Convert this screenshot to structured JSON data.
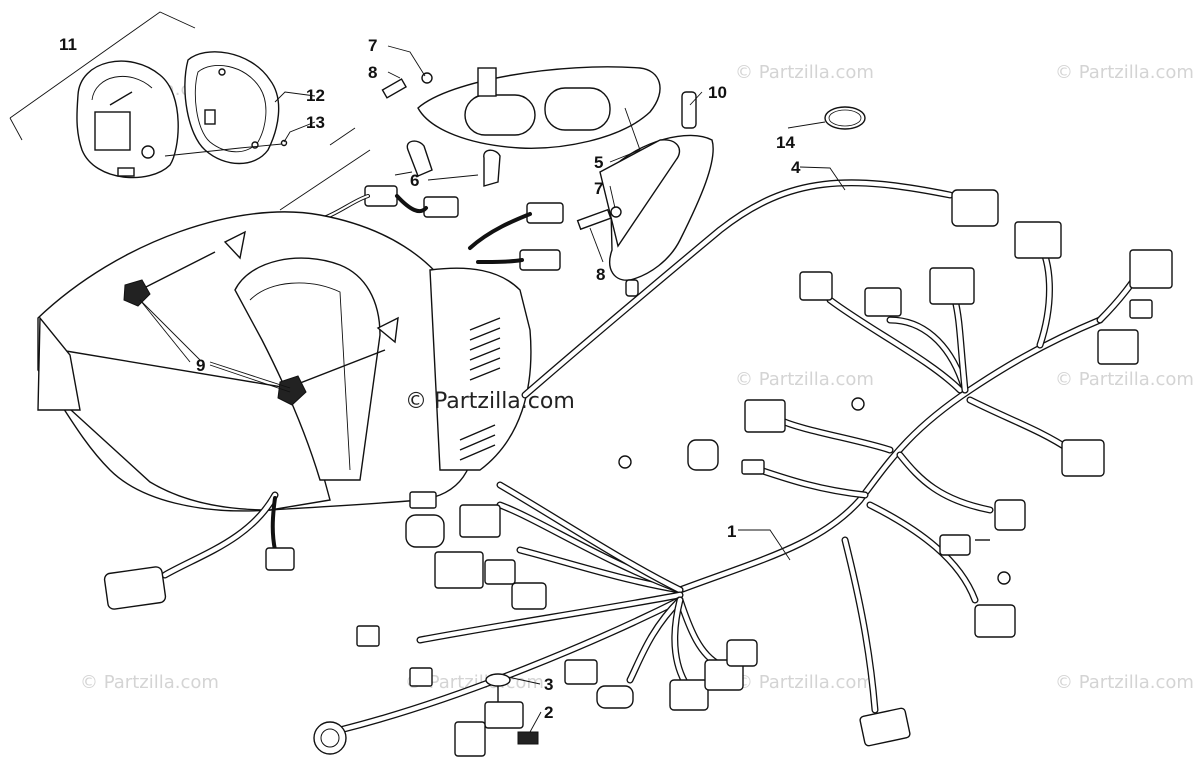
{
  "watermarks": {
    "repeat_text": "© Partzilla.com",
    "center_text": "© Partzilla.com"
  },
  "callouts": [
    "1",
    "2",
    "3",
    "4",
    "5",
    "6",
    "7",
    "7",
    "8",
    "8",
    "9",
    "10",
    "11",
    "12",
    "13",
    "14"
  ],
  "colors": {
    "line": "#111111",
    "watermark": "#d4d4d4",
    "background": "#ffffff"
  }
}
